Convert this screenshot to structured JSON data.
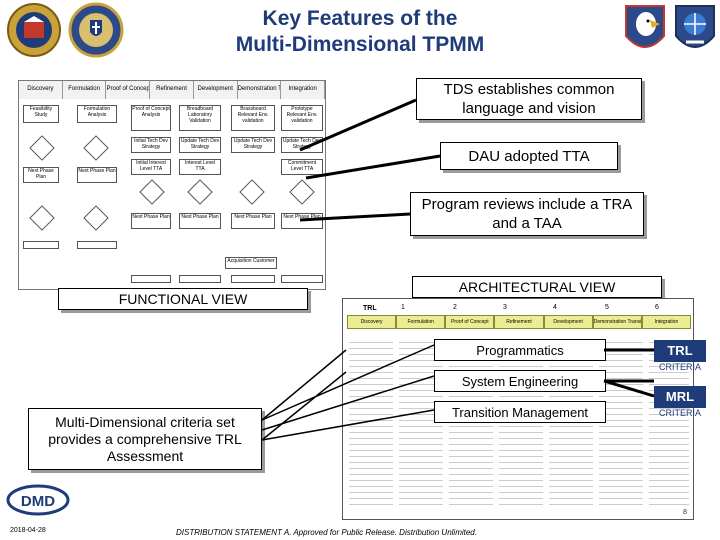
{
  "title": {
    "line1": "Key Features of the",
    "line2": "Multi-Dimensional TPMM"
  },
  "callouts": {
    "tds": "TDS establishes common language and vision",
    "dau": "DAU adopted TTA",
    "program_reviews": "Program reviews include a TRA and a TAA",
    "multi_dim": "Multi-Dimensional criteria set provides a comprehensive TRL Assessment"
  },
  "views": {
    "functional": "FUNCTIONAL VIEW",
    "architectural": "ARCHITECTURAL VIEW"
  },
  "functional_diagram": {
    "phases": [
      "Discovery",
      "Formulation",
      "Proof of Concept",
      "Refinement",
      "Development",
      "Demonstration Transition",
      "Integration"
    ],
    "row1": [
      "Feasibility Study",
      "Formulation Analysis",
      "Proof of Concept Analysis",
      "Breadboard Laboratory Validation",
      "Brassboard Relevant Env. validation",
      "Prototype Relevant Env. validation"
    ],
    "row2": [
      "Initial Tech Dev Strategy",
      "Update Tech Dev Strategy",
      "Update Tech Dev Strategy",
      "Update Tech Dev Strategy"
    ],
    "row3": [
      "Initial Interest Level TTA",
      "Interest Level TTA",
      "Commitment Level TTA"
    ],
    "next_phase": "Next Phase Plan",
    "acq_customer": "Acquisition Customer"
  },
  "overlays": {
    "programmatics": "Programmatics",
    "sys_eng": "System Engineering",
    "transition": "Transition Management"
  },
  "arch_diagram": {
    "trl_label": "TRL",
    "phases": [
      "Discovery",
      "Formulation",
      "Proof of Concept",
      "Refinement",
      "Development",
      "Demonstration Transition",
      "Integration"
    ],
    "numbers": [
      "1",
      "2",
      "3",
      "4",
      "5",
      "6"
    ]
  },
  "criteria": {
    "trl": "TRL",
    "trl_sub": "CRITERIA",
    "mrl": "MRL",
    "mrl_sub": "CRITERIA"
  },
  "logos": {
    "dmd": "DMD"
  },
  "footer": {
    "date": "2018-04-28",
    "distribution": "DISTRIBUTION STATEMENT A. Approved for Public Release. Distribution Unlimited.",
    "page": "8"
  }
}
